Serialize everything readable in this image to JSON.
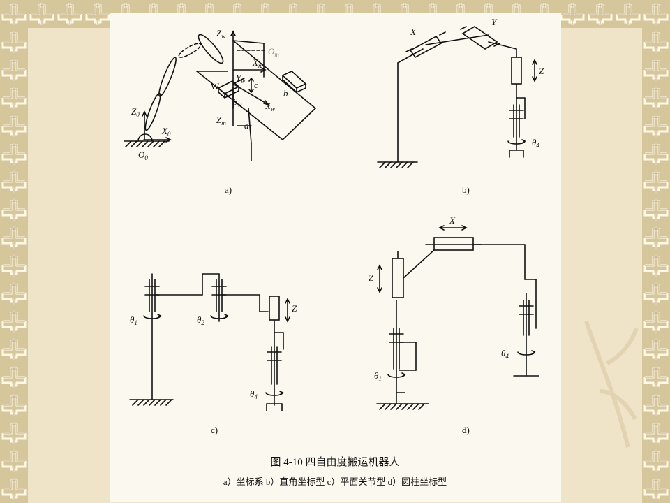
{
  "figure": {
    "caption": "图 4-10    四自由度搬运机器人",
    "subcaption": "a）坐标系    b）直角坐标型    c）平面关节型    d）圆柱坐标型"
  },
  "panel_a": {
    "tag": "a)",
    "labels": {
      "zw": "Z",
      "zw_sub": "w",
      "om": "O",
      "om_sub": "m",
      "xm": "X",
      "xm_sub": "m",
      "yw": "Y",
      "yw_sub": "w",
      "w": "W",
      "c": "c",
      "b": "b",
      "theta": "θ",
      "theta_sub": "w",
      "xw": "X",
      "xw_sub": "w",
      "zm": "Z",
      "zm_sub": "m",
      "a": "a",
      "z0": "Z",
      "z0_sub": "0",
      "x0": "X",
      "x0_sub": "0",
      "o0": "O",
      "o0_sub": "0"
    }
  },
  "panel_b": {
    "tag": "b)",
    "labels": {
      "x": "X",
      "y": "Y",
      "z": "Z",
      "theta": "θ",
      "theta_sub": "4"
    }
  },
  "panel_c": {
    "tag": "c)",
    "labels": {
      "t1": "θ",
      "t1_sub": "1",
      "t2": "θ",
      "t2_sub": "2",
      "z": "Z",
      "t4": "θ",
      "t4_sub": "4"
    }
  },
  "panel_d": {
    "tag": "d)",
    "labels": {
      "x": "X",
      "z": "Z",
      "t1": "θ",
      "t1_sub": "1",
      "t4": "θ",
      "t4_sub": "4"
    }
  },
  "colors": {
    "border": "#d8c9a2",
    "border_pattern": "#ffffff",
    "ink": "#111111",
    "slide": "#fbf8ef"
  }
}
